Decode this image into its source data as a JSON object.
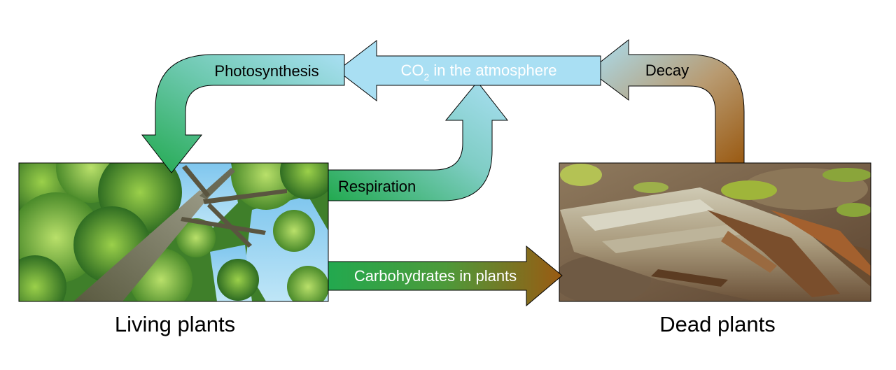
{
  "diagram": {
    "atmosphere": {
      "prefix": "CO",
      "subscript": "2",
      "suffix": " in the atmosphere"
    },
    "photosynthesis": "Photosynthesis",
    "decay": "Decay",
    "respiration": "Respiration",
    "carbohydrates": "Carbohydrates in plants",
    "living_caption": "Living plants",
    "dead_caption": "Dead plants",
    "living_image": "living-tree-photo",
    "dead_image": "dead-log-photo"
  },
  "colors": {
    "sky_blue": "#a9dff3",
    "green": "#22a94f",
    "brown": "#9a5a12",
    "outline": "#000000"
  }
}
